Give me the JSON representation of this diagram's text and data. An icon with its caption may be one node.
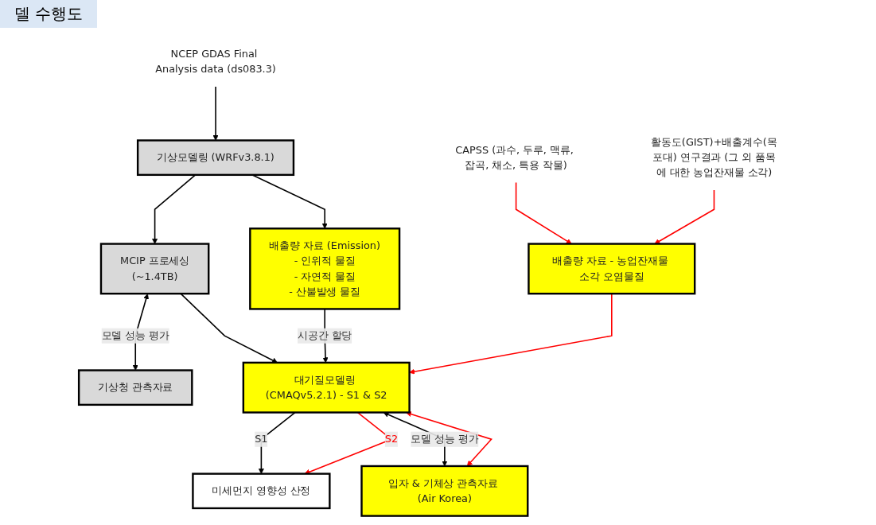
{
  "diagram": {
    "title": "델 수행도",
    "nodes": [
      {
        "text": [
          "NCEP GDAS Final Analysis data (ds083.3)"
        ]
      },
      {
        "text": [
          "기상모델링 (WRFv3.8.1)"
        ]
      },
      {
        "text": [
          "MCIP 프로세싱",
          "(~1.4TB)"
        ]
      },
      {
        "text": [
          "기상청 관측자료"
        ]
      },
      {
        "text": [
          "배출량 자료 (Emission)",
          "- 인위적 물질",
          "- 자연적 물질",
          "- 산불발생 물질"
        ]
      },
      {
        "text": [
          "대기질모델링 (CMAQv5.2.1) - S1 & S2"
        ]
      },
      {
        "text": [
          "미세먼지 영향성 산정"
        ]
      },
      {
        "text": [
          "CAPSS (과수, 두루, 맥류, 잡곡, 채소, 특용 작물)"
        ]
      },
      {
        "text": [
          "배출량 자료 - 농업잔재물 소각 오염물질"
        ]
      },
      {
        "text": [
          "활동도(GIST)+배출계수(목포대) 연구결과 (그 외 품목에 대한 농업잔재물 소각)"
        ]
      },
      {
        "text": [
          "입자 & 기체상 관측자료 (Air Korea)"
        ]
      }
    ],
    "edges": [
      {
        "from": 0,
        "to": 1,
        "arrow": "to"
      },
      {
        "from": 1,
        "to": 2,
        "arrow": "to"
      },
      {
        "from": 2,
        "to": 3,
        "arrow": "both",
        "label": "모델 성능 평가"
      },
      {
        "from": 1,
        "to": 4,
        "arrow": "to"
      },
      {
        "from": 2,
        "to": 5,
        "arrow": "to"
      },
      {
        "from": 4,
        "to": 5,
        "arrow": "to",
        "label": "시공간 할당"
      },
      {
        "from": 5,
        "to": 6,
        "arrow": "to",
        "label": "S1"
      },
      {
        "from": 5,
        "to": 6,
        "arrow": "to",
        "label": "S2",
        "color": "#ff0000"
      },
      {
        "from": 5,
        "to": 10,
        "arrow": "both",
        "label": "모델 성능 평가"
      },
      {
        "from": 5,
        "to": 10,
        "arrow": "both",
        "color": "#ff0000"
      },
      {
        "from": 7,
        "to": 8,
        "arrow": "to",
        "color": "#ff0000"
      },
      {
        "from": 9,
        "to": 8,
        "arrow": "to",
        "color": "#ff0000"
      },
      {
        "from": 8,
        "to": 5,
        "arrow": "to",
        "color": "#ff0000"
      }
    ]
  }
}
